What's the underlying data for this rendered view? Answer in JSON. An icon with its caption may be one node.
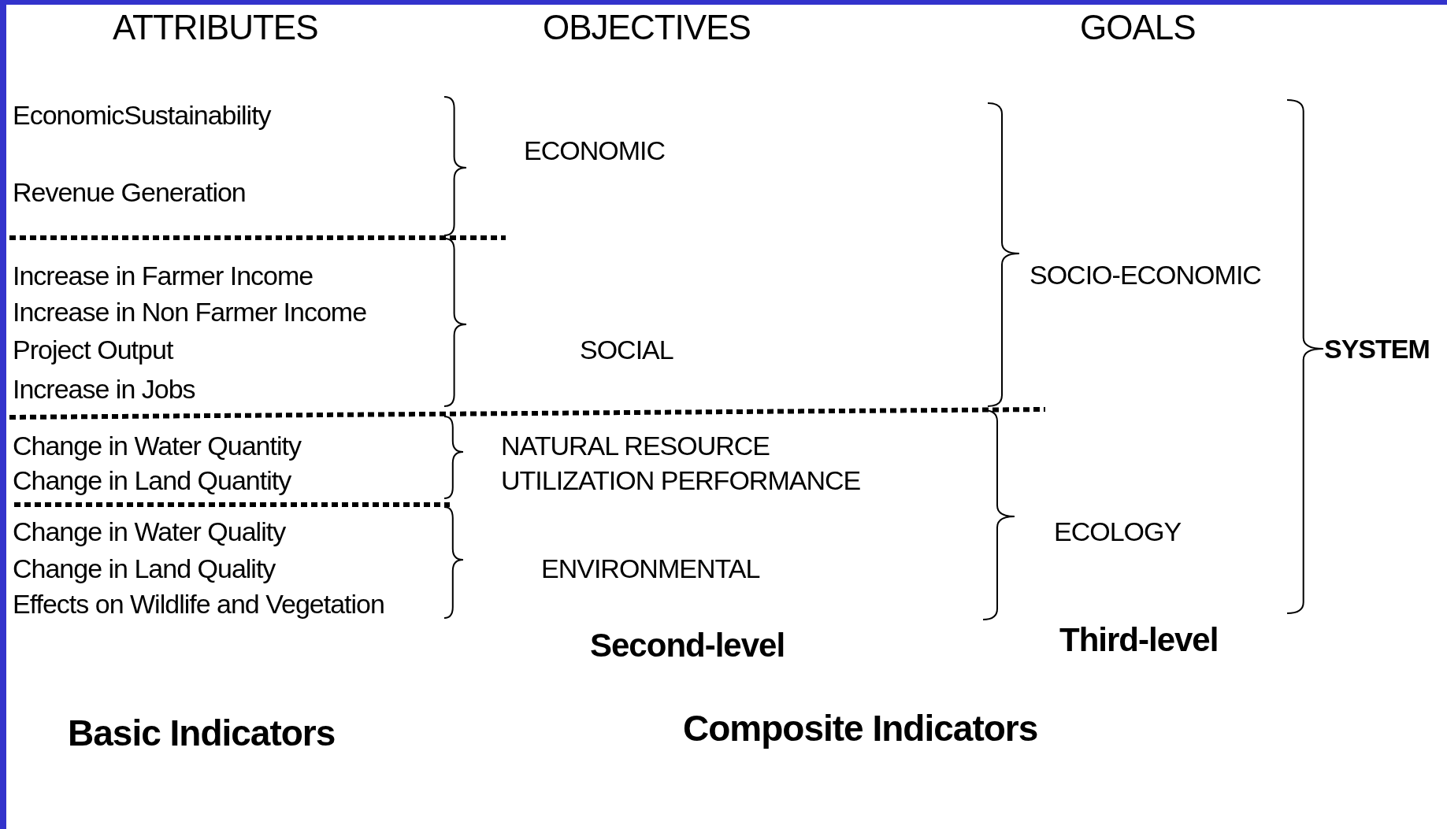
{
  "diagram": {
    "labels": [
      "ATTRIBUTES",
      "OBJECTIVES",
      "GOALS",
      "EconomicSustainability",
      "ECONOMIC",
      "Revenue Generation",
      "Increase in Farmer Income",
      "SOCIO-ECONOMIC",
      "Increase in Non Farmer Income",
      "Project Output",
      "SOCIAL",
      "SYSTEM",
      "Increase in Jobs",
      "Change in Water Quantity",
      "NATURAL RESOURCE UTILIZATION PERFORMANCE",
      "Change in Land Quantity",
      "Change in Water Quality",
      "ECOLOGY",
      "Change in Land Quality",
      "ENVIRONMENTAL",
      "Effects on Wildlife and Vegetation",
      "Second-level",
      "Third-level",
      "Basic Indicators",
      "Composite Indicators"
    ]
  }
}
